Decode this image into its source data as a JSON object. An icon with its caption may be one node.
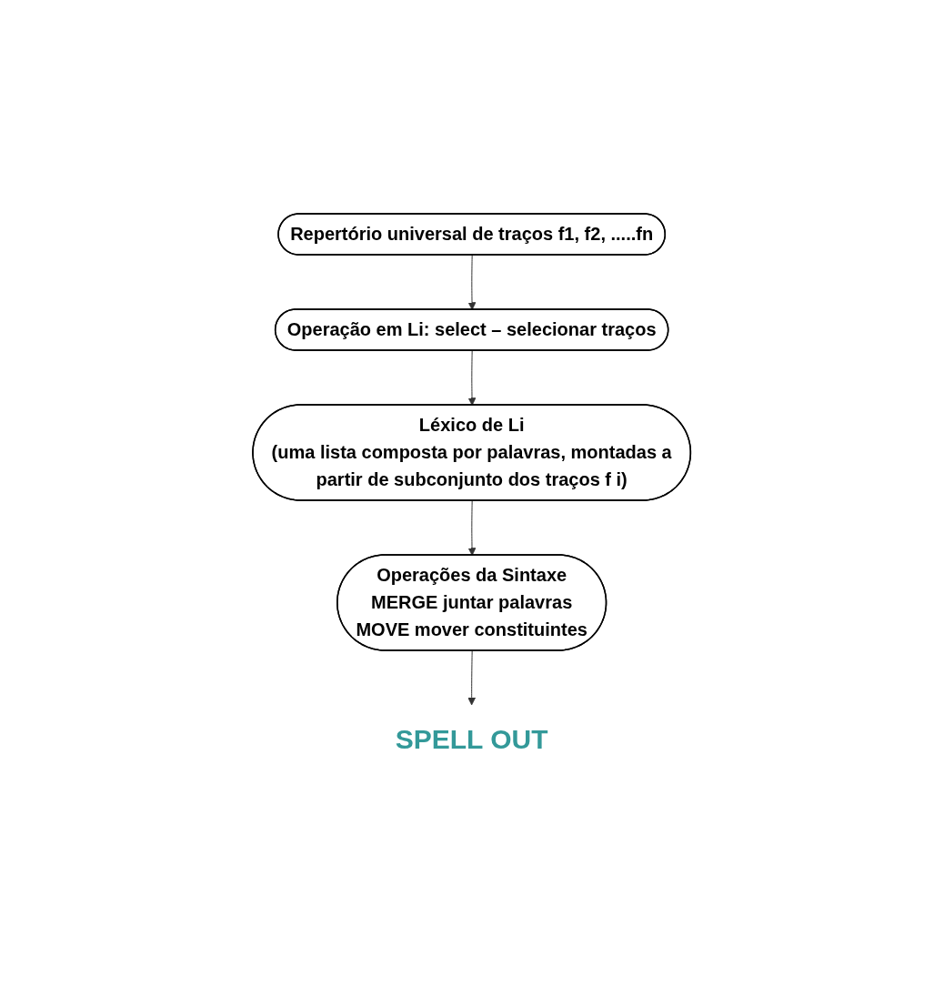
{
  "diagram": {
    "nodes": [
      {
        "text": [
          "Repertório universal de traços f1, f2, .....fn"
        ]
      },
      {
        "text": [
          "Operação em Li: select – selecionar traços"
        ]
      },
      {
        "text": [
          "Léxico de Li",
          "(uma lista composta por palavras, montadas a partir de subconjunto dos traços f i)"
        ]
      },
      {
        "text": [
          "Operações da Sintaxe",
          "MERGE juntar palavras",
          "MOVE mover constituintes"
        ]
      },
      {
        "text": [
          "SPELL OUT"
        ]
      }
    ],
    "edges": [
      {
        "from": 0,
        "to": 1,
        "arrow": "to"
      },
      {
        "from": 1,
        "to": 2,
        "arrow": "to"
      },
      {
        "from": 2,
        "to": 3,
        "arrow": "to"
      },
      {
        "from": 3,
        "to": 4,
        "arrow": "to"
      }
    ]
  }
}
